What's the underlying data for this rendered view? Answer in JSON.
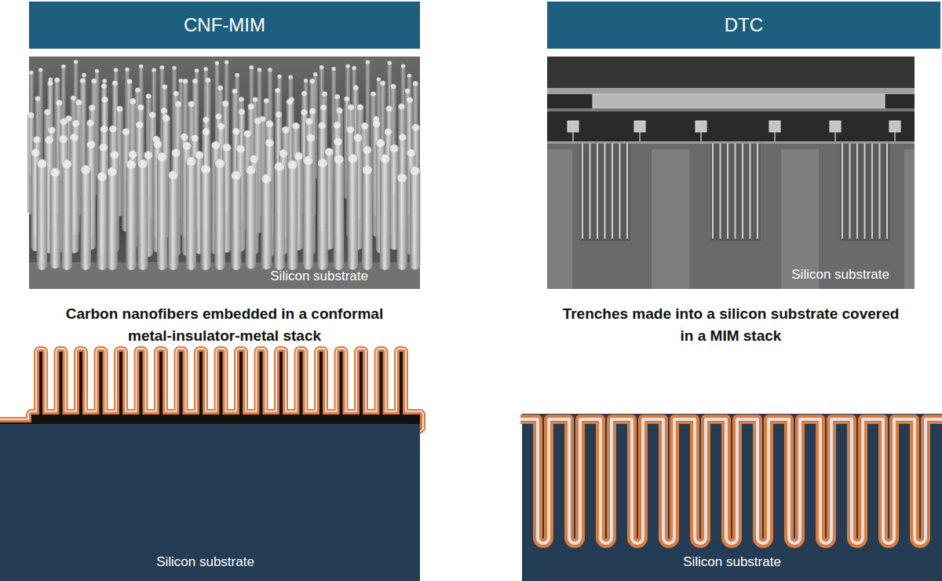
{
  "diagram": {
    "nodes": [
      {
        "text": [
          "CNF-MIM"
        ]
      },
      {
        "text": [
          "DTC"
        ]
      },
      {
        "text": [
          "Silicon substrate"
        ]
      },
      {
        "text": [
          "Silicon substrate"
        ]
      },
      {
        "text": [
          "Silicon substrate"
        ]
      },
      {
        "text": [
          "Silicon substrate"
        ]
      }
    ],
    "labels": [
      "Carbon nanofibers embedded in a conformal metal-insulator-metal stack",
      "Trenches made into a silicon substrate covered in a MIM stack"
    ]
  }
}
